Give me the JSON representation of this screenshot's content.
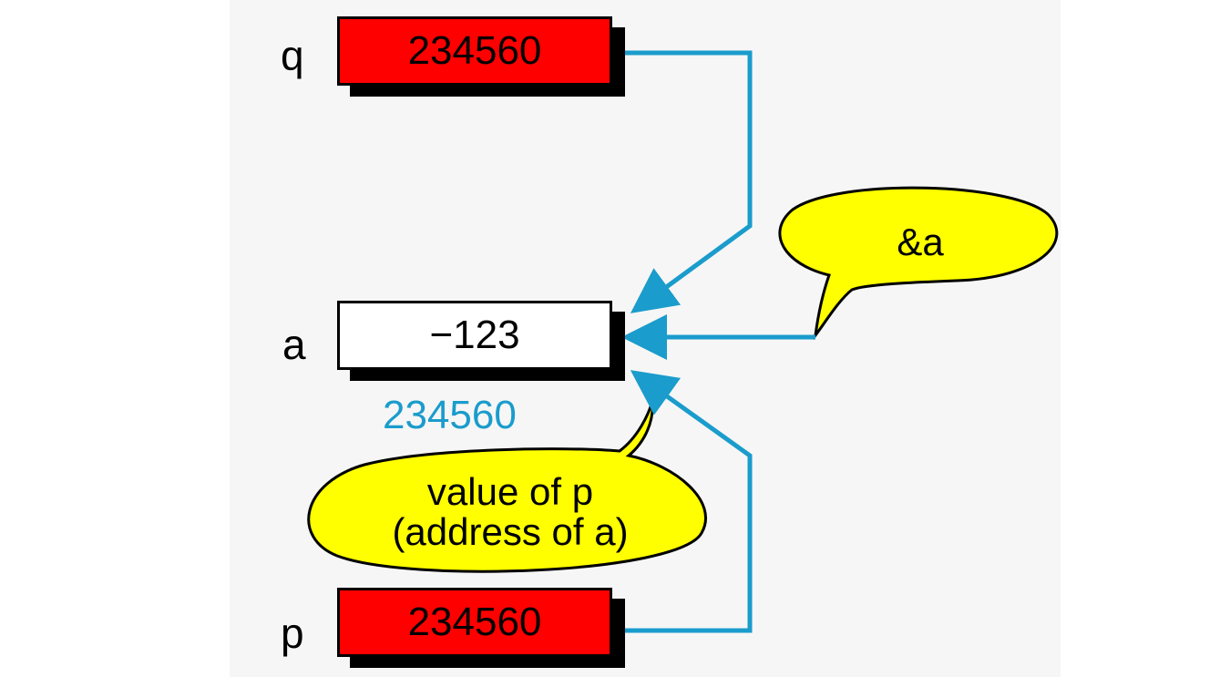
{
  "variables": {
    "q": {
      "label": "q",
      "value": "234560"
    },
    "a": {
      "label": "a",
      "value": "−123",
      "address": "234560"
    },
    "p": {
      "label": "p",
      "value": "234560"
    }
  },
  "callouts": {
    "ref": {
      "text": "&a"
    },
    "pointer_value": {
      "line1": "value of p",
      "line2": "(address of a)"
    }
  },
  "colors": {
    "pointer_box": "#ff0000",
    "arrow": "#1a9ccc",
    "callout": "#ffff00",
    "address_text": "#1a9ccc"
  }
}
